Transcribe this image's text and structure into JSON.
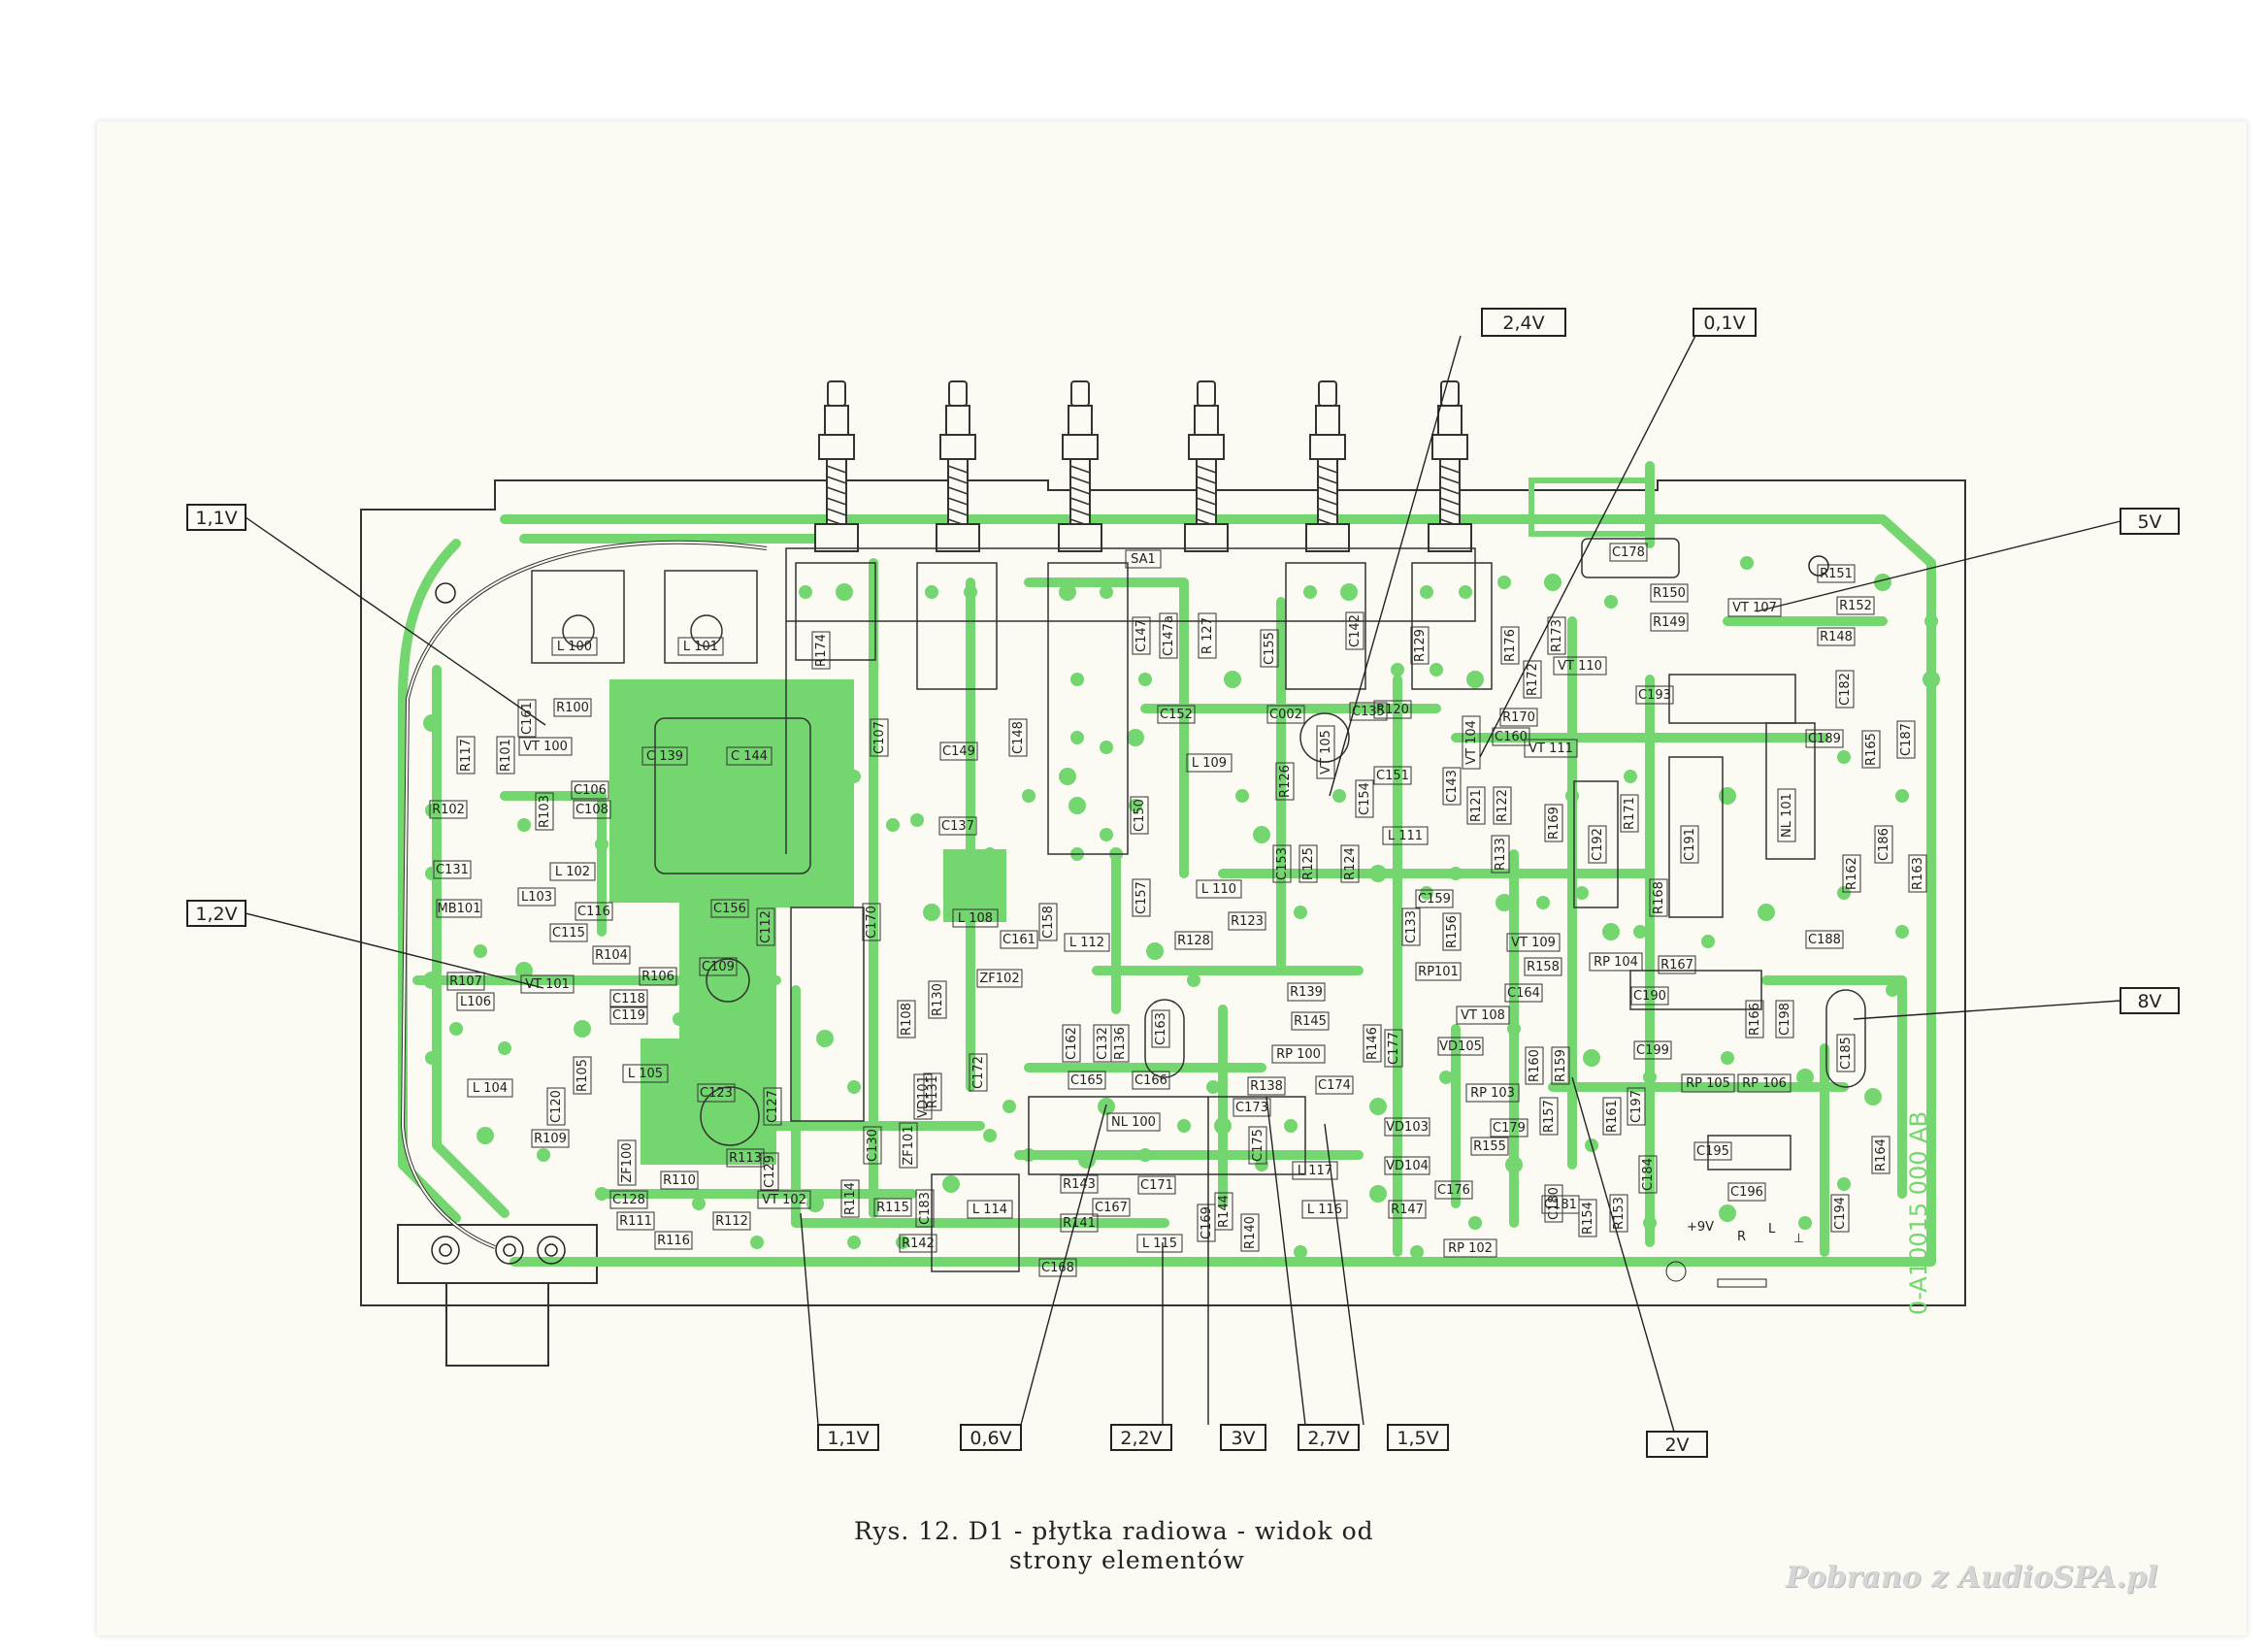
{
  "caption": {
    "line1": "Rys. 12. D1 - płytka radiowa - widok od",
    "line2": "strony elementów"
  },
  "watermark": "Pobrano z AudioSPA.pl",
  "board_code": "0-A10015 000 AB",
  "colors": {
    "copper": "#73d66f",
    "ink": "#222222",
    "paper": "#fbfaf3"
  },
  "voltage_labels": {
    "top_2_4v": "2,4V",
    "top_0_1v": "0,1V",
    "right_5v": "5V",
    "right_8v": "8V",
    "left_1_1v": "1,1V",
    "left_1_2v": "1,2V",
    "bottom_1_1v": "1,1V",
    "bottom_0_6v": "0,6V",
    "bottom_2_2v": "2,2V",
    "bottom_3v": "3V",
    "bottom_2_7v": "2,7V",
    "bottom_1_5v": "1,5V",
    "bottom_2v": "2V"
  },
  "components": {
    "L100": "L 100",
    "L101": "L 101",
    "R100": "R100",
    "R101": "R101",
    "R117": "R117",
    "VT100": "VT 100",
    "C161": "C161",
    "R102": "R102",
    "R103": "R103",
    "C106": "C106",
    "C108": "C108",
    "L102": "L 102",
    "C131": "C131",
    "MB101": "MB101",
    "L103": "L103",
    "C116": "C116",
    "C115": "C115",
    "R104": "R104",
    "R107": "R107",
    "VT101": "VT 101",
    "R106": "R106",
    "C118": "C118",
    "C119": "C119",
    "L106": "L106",
    "L104": "L 104",
    "R105": "R105",
    "C120": "C120",
    "L105": "L 105",
    "R109": "R109",
    "ZF100": "ZF100",
    "C128": "C128",
    "R110": "R110",
    "R111": "R111",
    "R116": "R116",
    "R112": "R112",
    "VT102": "VT 102",
    "R113": "R113",
    "C109": "C109",
    "C123": "C123",
    "C139": "C 139",
    "C144": "C 144",
    "R174": "R174",
    "SA1": "SA1",
    "C107": "C107",
    "C149": "C149",
    "C137": "C137",
    "L108": "L 108",
    "C148": "C148",
    "C156": "C156",
    "C112": "C112",
    "C170": "C170",
    "R108": "R108",
    "VD101": "VD101",
    "R130": "R130",
    "ZF102": "ZF102",
    "L112": "L 112",
    "C161b": "C161",
    "C158": "C158",
    "C157": "C157",
    "C150": "C150",
    "C147": "C147",
    "C147a": "C147a",
    "R127": "R 127",
    "C155": "C155",
    "C152": "C152",
    "L109": "L 109",
    "L110": "L 110",
    "R126": "R126",
    "C153": "C153",
    "R125": "R125",
    "R123": "R123",
    "R128": "R128",
    "C002": "C002",
    "C135": "C135",
    "VT105": "VT 105",
    "R120": "R120",
    "VT104": "VT 104",
    "C154": "C154",
    "C151": "C151",
    "R124": "R124",
    "L111": "L 111",
    "C159": "C159",
    "C133": "C133",
    "R121": "R121",
    "R122": "R122",
    "C143": "C143",
    "R129": "R129",
    "C142": "C142",
    "C178": "C178",
    "R150": "R150",
    "R149": "R149",
    "VT107": "VT 107",
    "R151": "R151",
    "R152": "R152",
    "R148": "R148",
    "R173": "R173",
    "R172": "R172",
    "R176": "R176",
    "VT110": "VT 110",
    "R170": "R170",
    "C160": "C160",
    "VT111": "VT 111",
    "C193": "C193",
    "C182": "C182",
    "C189": "C189",
    "R165": "R165",
    "C187": "C187",
    "R133": "R133",
    "R169": "R169",
    "C192": "C192",
    "R171": "R171",
    "C191": "C191",
    "NL101": "NL 101",
    "C186": "C186",
    "R162": "R162",
    "R163": "R163",
    "R168": "R168",
    "C188": "C188",
    "R156": "R156",
    "RP101": "RP101",
    "VT109": "VT 109",
    "R158": "R158",
    "RP104": "RP 104",
    "R167": "R167",
    "C164": "C164",
    "VT108": "VT 108",
    "C190": "C190",
    "R166": "R166",
    "C198": "C198",
    "C185": "C185",
    "R139": "R139",
    "R145": "R145",
    "C177": "C177",
    "R146": "R146",
    "VD105": "VD105",
    "RP100": "RP 100",
    "R160": "R160",
    "R159": "R159",
    "C199": "C199",
    "RP103": "RP 103",
    "RP105": "RP 105",
    "RP106": "RP 106",
    "C163": "C163",
    "R136": "R136",
    "C132": "C132",
    "C162": "C162",
    "C172": "C172",
    "C165": "C165",
    "C166": "C166",
    "R138": "R138",
    "C174": "C174",
    "C173": "C173",
    "NL100": "NL 100",
    "VD103": "VD103",
    "C179": "C179",
    "R157": "R157",
    "R161": "R161",
    "C197": "C197",
    "R131": "R131",
    "C130": "C130",
    "ZF101": "ZF101",
    "R114": "R114",
    "R115": "R115",
    "C183": "C183",
    "C129": "C129",
    "C127": "C127",
    "R143": "R143",
    "C171": "C171",
    "C175": "C175",
    "L117": "L 117",
    "VD104": "VD104",
    "R155": "R155",
    "C184": "C184",
    "C195": "C195",
    "R164": "R164",
    "L114": "L 114",
    "C167": "C167",
    "R141": "R141",
    "L115": "L 115",
    "R144": "R144",
    "C169": "C169",
    "R140": "R140",
    "L116": "L 116",
    "R147": "R147",
    "C176": "C176",
    "C180": "C180",
    "C181": "C181",
    "R154": "R154",
    "R153": "R153",
    "C196": "C196",
    "C194": "C194",
    "R142": "R142",
    "C168": "C168",
    "RP102": "RP 102",
    "pin_9v": "+9V",
    "pin_R": "R",
    "pin_L": "L",
    "pin_minus": "⊥"
  }
}
